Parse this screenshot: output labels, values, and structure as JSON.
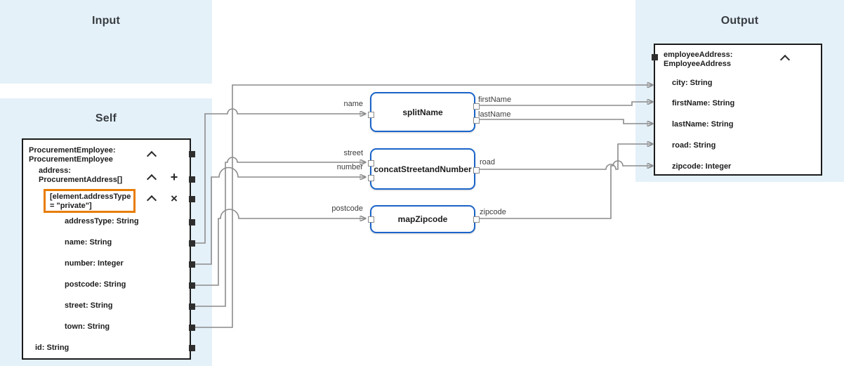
{
  "panels": {
    "input_title": "Input",
    "self_title": "Self",
    "output_title": "Output"
  },
  "self_box": {
    "root": "ProcurementEmployee:\nProcurementEmployee",
    "address_node": "address:\nProcurementAddress[]",
    "filter_node": "[element.addressType\n= \"private\"]",
    "fields": [
      "addressType: String",
      "name: String",
      "number: Integer",
      "postcode: String",
      "street: String",
      "town: String"
    ],
    "id_field": "id: String"
  },
  "functions": [
    {
      "name": "splitName",
      "inputs": [
        "name"
      ],
      "outputs": [
        "firstName",
        "lastName"
      ]
    },
    {
      "name": "concatStreetandNumber",
      "inputs": [
        "street",
        "number"
      ],
      "outputs": [
        "road"
      ]
    },
    {
      "name": "mapZipcode",
      "inputs": [
        "postcode"
      ],
      "outputs": [
        "zipcode"
      ]
    }
  ],
  "output_box": {
    "root": "employeeAddress:\nEmployeeAddress",
    "fields": [
      "city: String",
      "firstName: String",
      "lastName: String",
      "road: String",
      "zipcode: Integer"
    ]
  },
  "icons": {
    "add": "+",
    "remove": "×"
  },
  "colors": {
    "panel_blue": "#e5f1f9",
    "function_border": "#1b64c8",
    "highlight_orange": "#e87d05",
    "wire_gray": "#8c8c8c"
  }
}
